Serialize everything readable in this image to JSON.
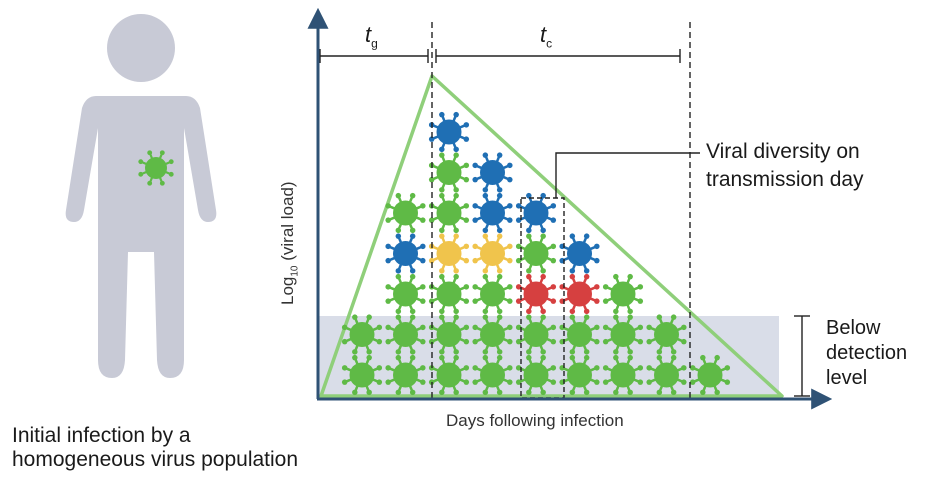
{
  "caption": [
    "Initial infection by a",
    "homogeneous virus population"
  ],
  "x_axis_label": "Days following infection",
  "y_axis_label": {
    "prefix": "Log",
    "subscript": "10",
    "suffix": " (viral load)"
  },
  "interval_labels": {
    "generation": {
      "symbol": "t",
      "subscript": "g"
    },
    "clearance": {
      "symbol": "t",
      "subscript": "c"
    }
  },
  "annotation_diversity": [
    "Viral diversity on",
    "transmission day"
  ],
  "annotation_detection": [
    "Below",
    "detection",
    "level"
  ],
  "colors": {
    "variant_green": "#5fba46",
    "variant_blue": "#1f6fb4",
    "variant_yellow": "#f0c44c",
    "variant_red": "#d64040",
    "viral_load_curve": "#8fcf7a",
    "detection_band": "#d9dde8",
    "axis": "#2f5275",
    "silhouette": "#c8cad6"
  },
  "virus_columns": [
    {
      "day": 1,
      "variants": [
        "green",
        "green"
      ]
    },
    {
      "day": 2,
      "variants": [
        "green",
        "green",
        "green",
        "blue",
        "green"
      ]
    },
    {
      "day": 3,
      "variants": [
        "green",
        "green",
        "green",
        "yellow",
        "green",
        "green",
        "blue"
      ]
    },
    {
      "day": 4,
      "variants": [
        "green",
        "green",
        "green",
        "yellow",
        "blue",
        "blue"
      ]
    },
    {
      "day": 5,
      "variants": [
        "green",
        "green",
        "red",
        "green",
        "blue"
      ]
    },
    {
      "day": 6,
      "variants": [
        "green",
        "green",
        "red",
        "blue"
      ]
    },
    {
      "day": 7,
      "variants": [
        "green",
        "green",
        "green"
      ]
    },
    {
      "day": 8,
      "variants": [
        "green",
        "green"
      ]
    },
    {
      "day": 9,
      "variants": [
        "green"
      ]
    }
  ],
  "transmission_day": 5
}
